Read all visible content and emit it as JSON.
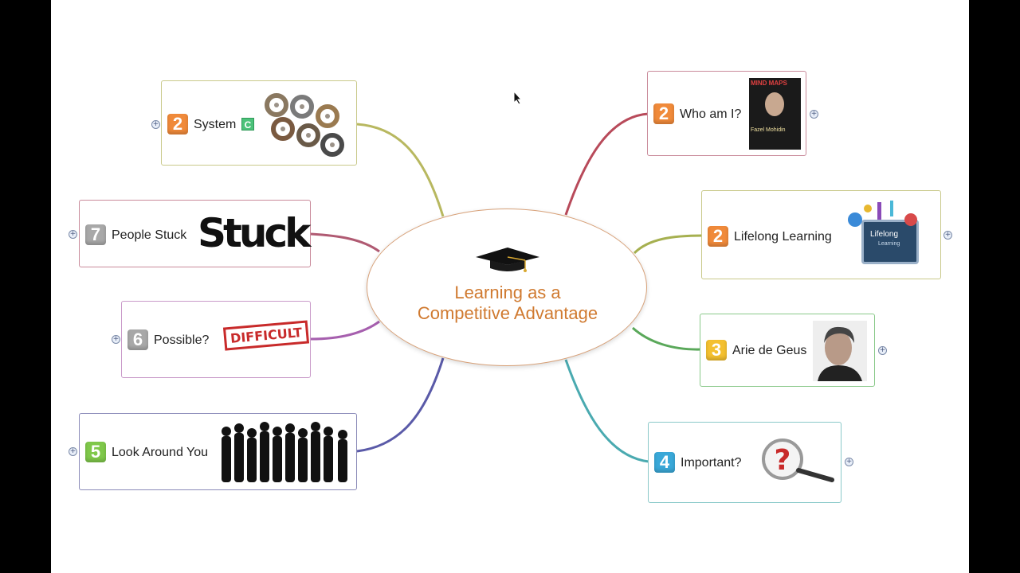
{
  "central": {
    "line1": "Learning as a",
    "line2": "Competitive Advantage",
    "icon": "graduation-cap-icon",
    "color": "#d07a30"
  },
  "nodes": [
    {
      "id": "system",
      "badge": "2",
      "badge_color": "#f08a3a",
      "label": "System",
      "extra_badge": "C",
      "extra_badge_color": "#4cc27a",
      "image": "gears",
      "line_color": "#b8b860"
    },
    {
      "id": "people-stuck",
      "badge": "7",
      "badge_color": "#a8a8a8",
      "label": "People Stuck",
      "image_text": "Stuck",
      "line_color": "#b05a72"
    },
    {
      "id": "possible",
      "badge": "6",
      "badge_color": "#a8a8a8",
      "label": "Possible?",
      "image_text": "DIFFICULT",
      "line_color": "#a65fae"
    },
    {
      "id": "look-around",
      "badge": "5",
      "badge_color": "#7fc84a",
      "label": "Look Around You",
      "image": "crowd-silhouette",
      "line_color": "#5a5aa8"
    },
    {
      "id": "who-am-i",
      "badge": "2",
      "badge_color": "#f08a3a",
      "label": "Who am I?",
      "image_text_top": "MIND MAPS",
      "image_text_bottom": "Fazel Mohidin",
      "line_color": "#b84a5a"
    },
    {
      "id": "lifelong",
      "badge": "2",
      "badge_color": "#f08a3a",
      "label": "Lifelong Learning",
      "image_text_1": "Lifelong",
      "image_text_2": "Learning",
      "line_color": "#a6b050"
    },
    {
      "id": "arie",
      "badge": "3",
      "badge_color": "#f4c030",
      "label": "Arie de Geus",
      "image": "portrait",
      "line_color": "#5aa85a"
    },
    {
      "id": "important",
      "badge": "4",
      "badge_color": "#3aa8d8",
      "label": "Important?",
      "image": "question-magnifier",
      "line_color": "#4aaab0"
    }
  ],
  "expand_symbol": "+"
}
